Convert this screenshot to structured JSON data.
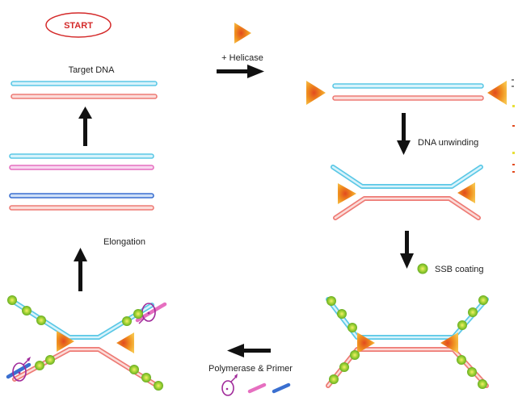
{
  "labels": {
    "start": "START",
    "target_dna": "Target DNA",
    "helicase": "+ Helicase",
    "dna_unwinding": "DNA unwinding",
    "ssb_coating": "SSB coating",
    "polymerase_primer": "Polymerase & Primer",
    "elongation": "Elongation"
  },
  "colors": {
    "strand_blue": "#5bc8e6",
    "strand_red": "#ee7b75",
    "strand_pink": "#e66fc0",
    "strand_dark_blue": "#3a6fd0",
    "helicase_orange": "#f4a12a",
    "helicase_red": "#e24b1f",
    "ssb_green": "#7cc02a",
    "ssb_yellow": "#e8e03a",
    "polymerase_purple": "#a02a9a",
    "arrow": "#111111",
    "start_red": "#d42a2a"
  },
  "icons": [
    "helicase-icon",
    "ssb-icon",
    "polymerase-icon",
    "primer-icon",
    "arrow-icon"
  ]
}
